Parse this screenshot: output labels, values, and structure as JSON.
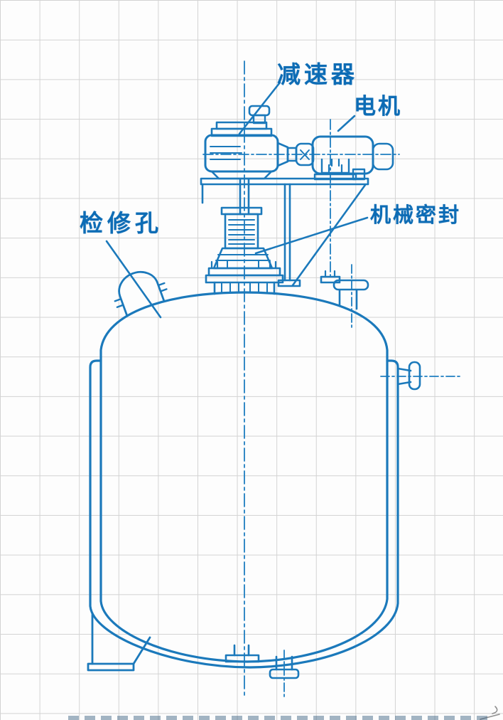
{
  "figure": {
    "labels": {
      "reducer": "减速器",
      "motor": "电机",
      "mechanical_seal": "机械密封",
      "inspection_hole": "检修孔"
    }
  },
  "colors": {
    "ink_blue": "#1b79bb",
    "label_blue": "#0d6cb5",
    "grid_gray": "#d3d3d3",
    "paper": "#fdfdfd",
    "pen_mark_gray": "#8f8f8f"
  }
}
